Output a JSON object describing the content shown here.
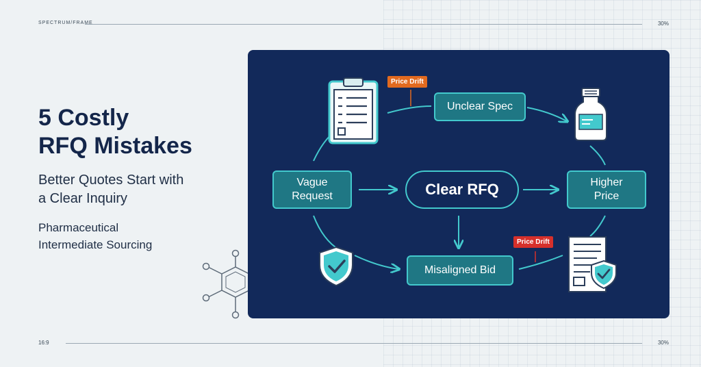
{
  "header": {
    "tag": "SPECTRUM/FRAME",
    "percent": "30%"
  },
  "footer": {
    "ratio": "16:9",
    "percent": "30%"
  },
  "left": {
    "title_line1": "5 Costly",
    "title_line2": "RFQ Mistakes",
    "subtitle_line1": "Better Quotes Start with",
    "subtitle_line2": "a Clear Inquiry",
    "tagline_line1": "Pharmaceutical",
    "tagline_line2": "Intermediate Sourcing"
  },
  "diagram": {
    "nodes": {
      "unclear_spec": "Unclear Spec",
      "vague_request_line1": "Vague",
      "vague_request_line2": "Request",
      "clear_rfq": "Clear RFQ",
      "higher_price_line1": "Higher",
      "higher_price_line2": "Price",
      "misaligned_bid": "Misaligned Bid"
    },
    "badges": {
      "price_drift_top": "Price Drift",
      "price_drift_bottom": "Price Drift"
    },
    "icons": [
      "clipboard-icon",
      "bottle-icon",
      "shield-check-icon",
      "document-shield-icon"
    ]
  },
  "colors": {
    "panel": "#12295a",
    "accent": "#43c9cd",
    "node_fill": "#1f7784",
    "title": "#14264a",
    "badge_orange": "#e26a1f",
    "badge_red": "#d6302b"
  }
}
